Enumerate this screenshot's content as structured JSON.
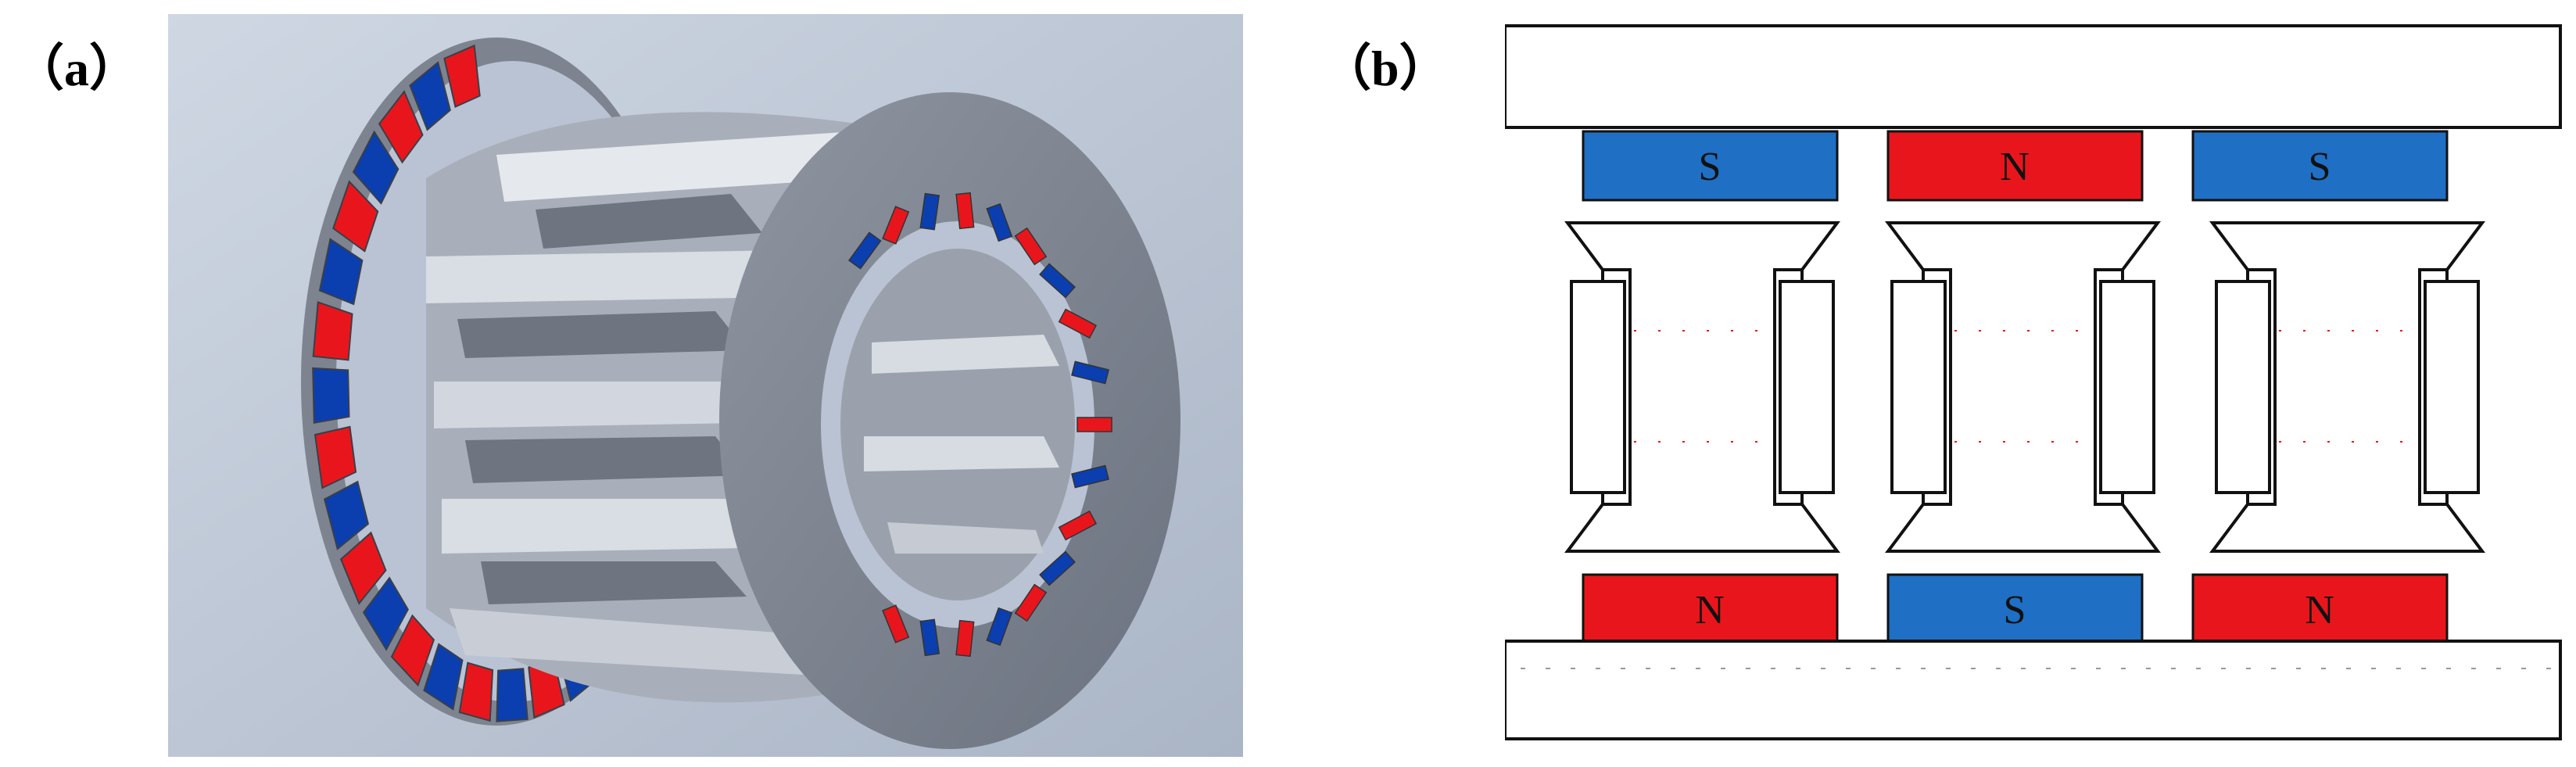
{
  "panels": {
    "a": {
      "label": "（a）"
    },
    "b": {
      "label": "（b）"
    }
  },
  "colors": {
    "red": "#e8161c",
    "blue": "#0b3fb0",
    "blue_b": "#1f6fc4",
    "steel": "#a8adb8",
    "background": "#b9c3d3"
  },
  "diagram_b": {
    "top_magnets": [
      "S",
      "N",
      "S"
    ],
    "bottom_magnets": [
      "N",
      "S",
      "N"
    ]
  }
}
